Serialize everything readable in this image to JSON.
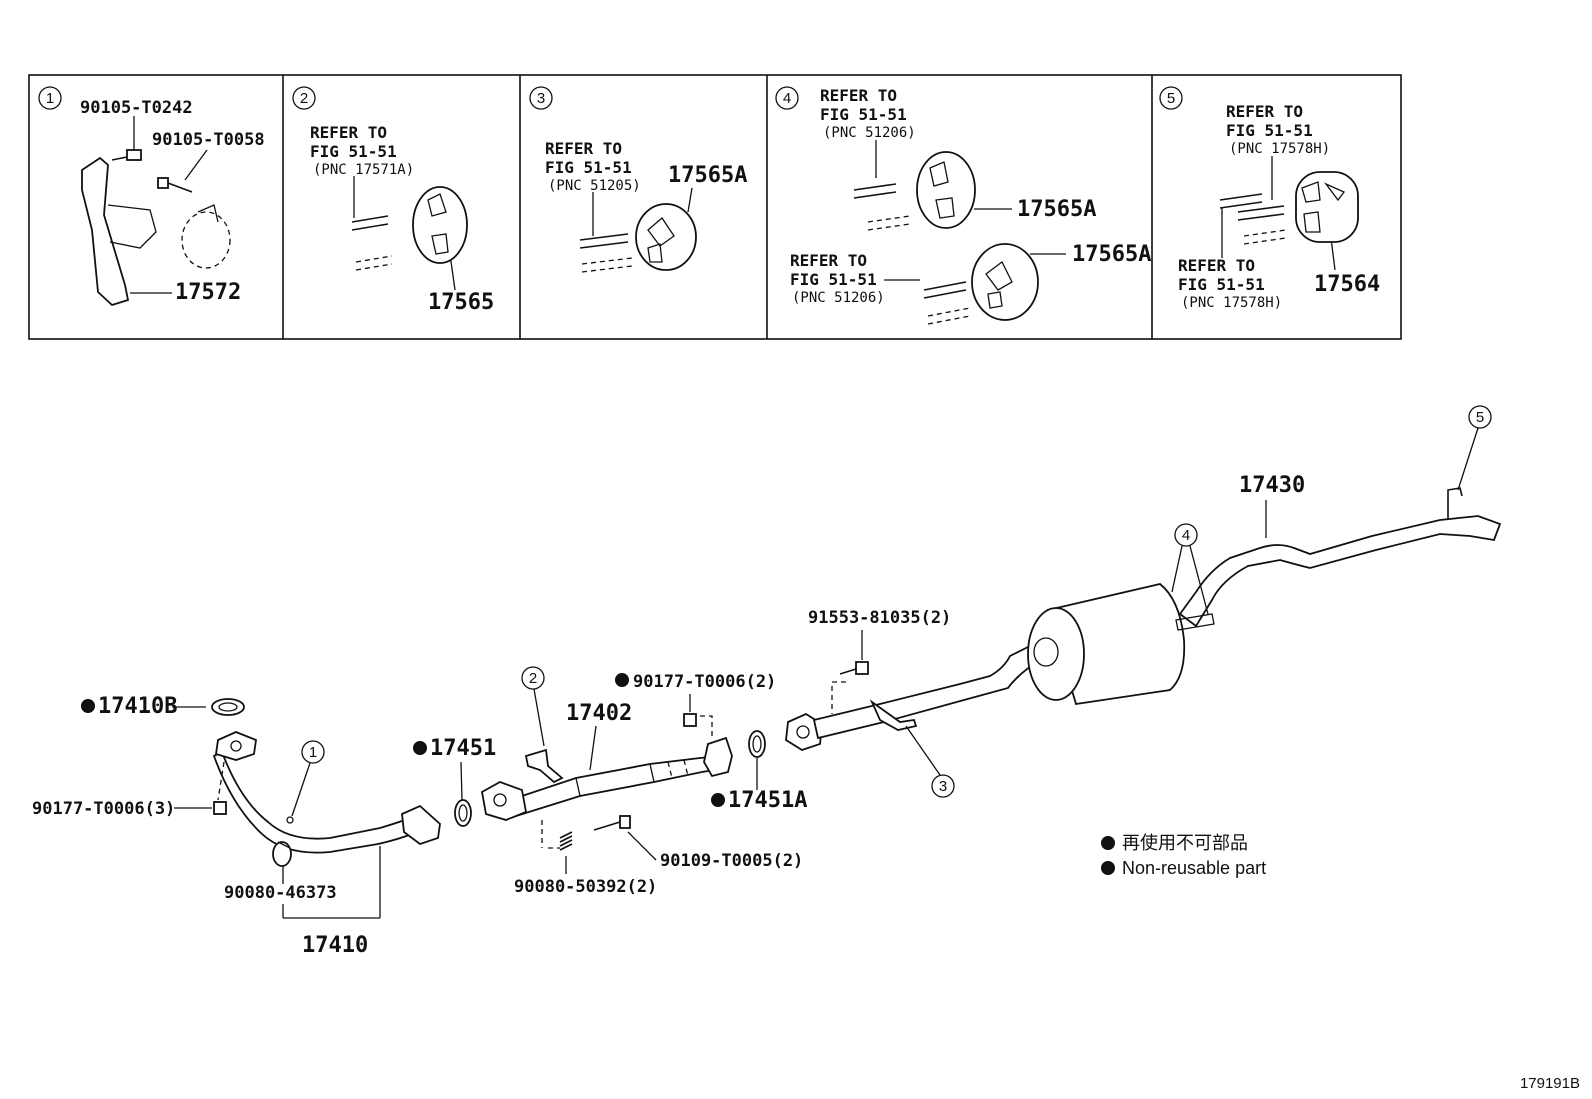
{
  "panels": [
    {
      "num": "1",
      "part_a": "90105-T0242",
      "part_b": "90105-T0058",
      "part_c": "17572"
    },
    {
      "num": "2",
      "refer": "REFER TO",
      "fig": "FIG 51-51",
      "pnc": "(PNC 17571A)",
      "part": "17565"
    },
    {
      "num": "3",
      "refer": "REFER TO",
      "fig": "FIG 51-51",
      "pnc": "(PNC 51205)",
      "part": "17565A"
    },
    {
      "num": "4",
      "refer": "REFER TO",
      "fig": "FIG 51-51",
      "pnc": "(PNC 51206)",
      "part": "17565A",
      "refer2": "REFER TO",
      "fig2": "FIG 51-51",
      "pnc2": "(PNC 51206)",
      "part2": "17565A"
    },
    {
      "num": "5",
      "refer": "REFER TO",
      "fig": "FIG 51-51",
      "pnc": "(PNC 17578H)",
      "refer2": "REFER TO",
      "fig2": "FIG 51-51",
      "pnc2": "(PNC 17578H)",
      "part": "17564"
    }
  ],
  "main": {
    "p17410b": "17410B",
    "p90177_3": "90177-T0006(3)",
    "p90080_46373": "90080-46373",
    "p17410": "17410",
    "p17451": "17451",
    "p17402": "17402",
    "p90177_2": "90177-T0006(2)",
    "p17451a": "17451A",
    "p90080_50392": "90080-50392(2)",
    "p90109": "90109-T0005(2)",
    "p91553": "91553-81035(2)",
    "p17430": "17430",
    "c1": "1",
    "c2": "2",
    "c3": "3",
    "c4": "4",
    "c5": "5"
  },
  "legend": {
    "ja": "再使用不可部品",
    "en": "Non-reusable part"
  },
  "figure_id": "179191B"
}
